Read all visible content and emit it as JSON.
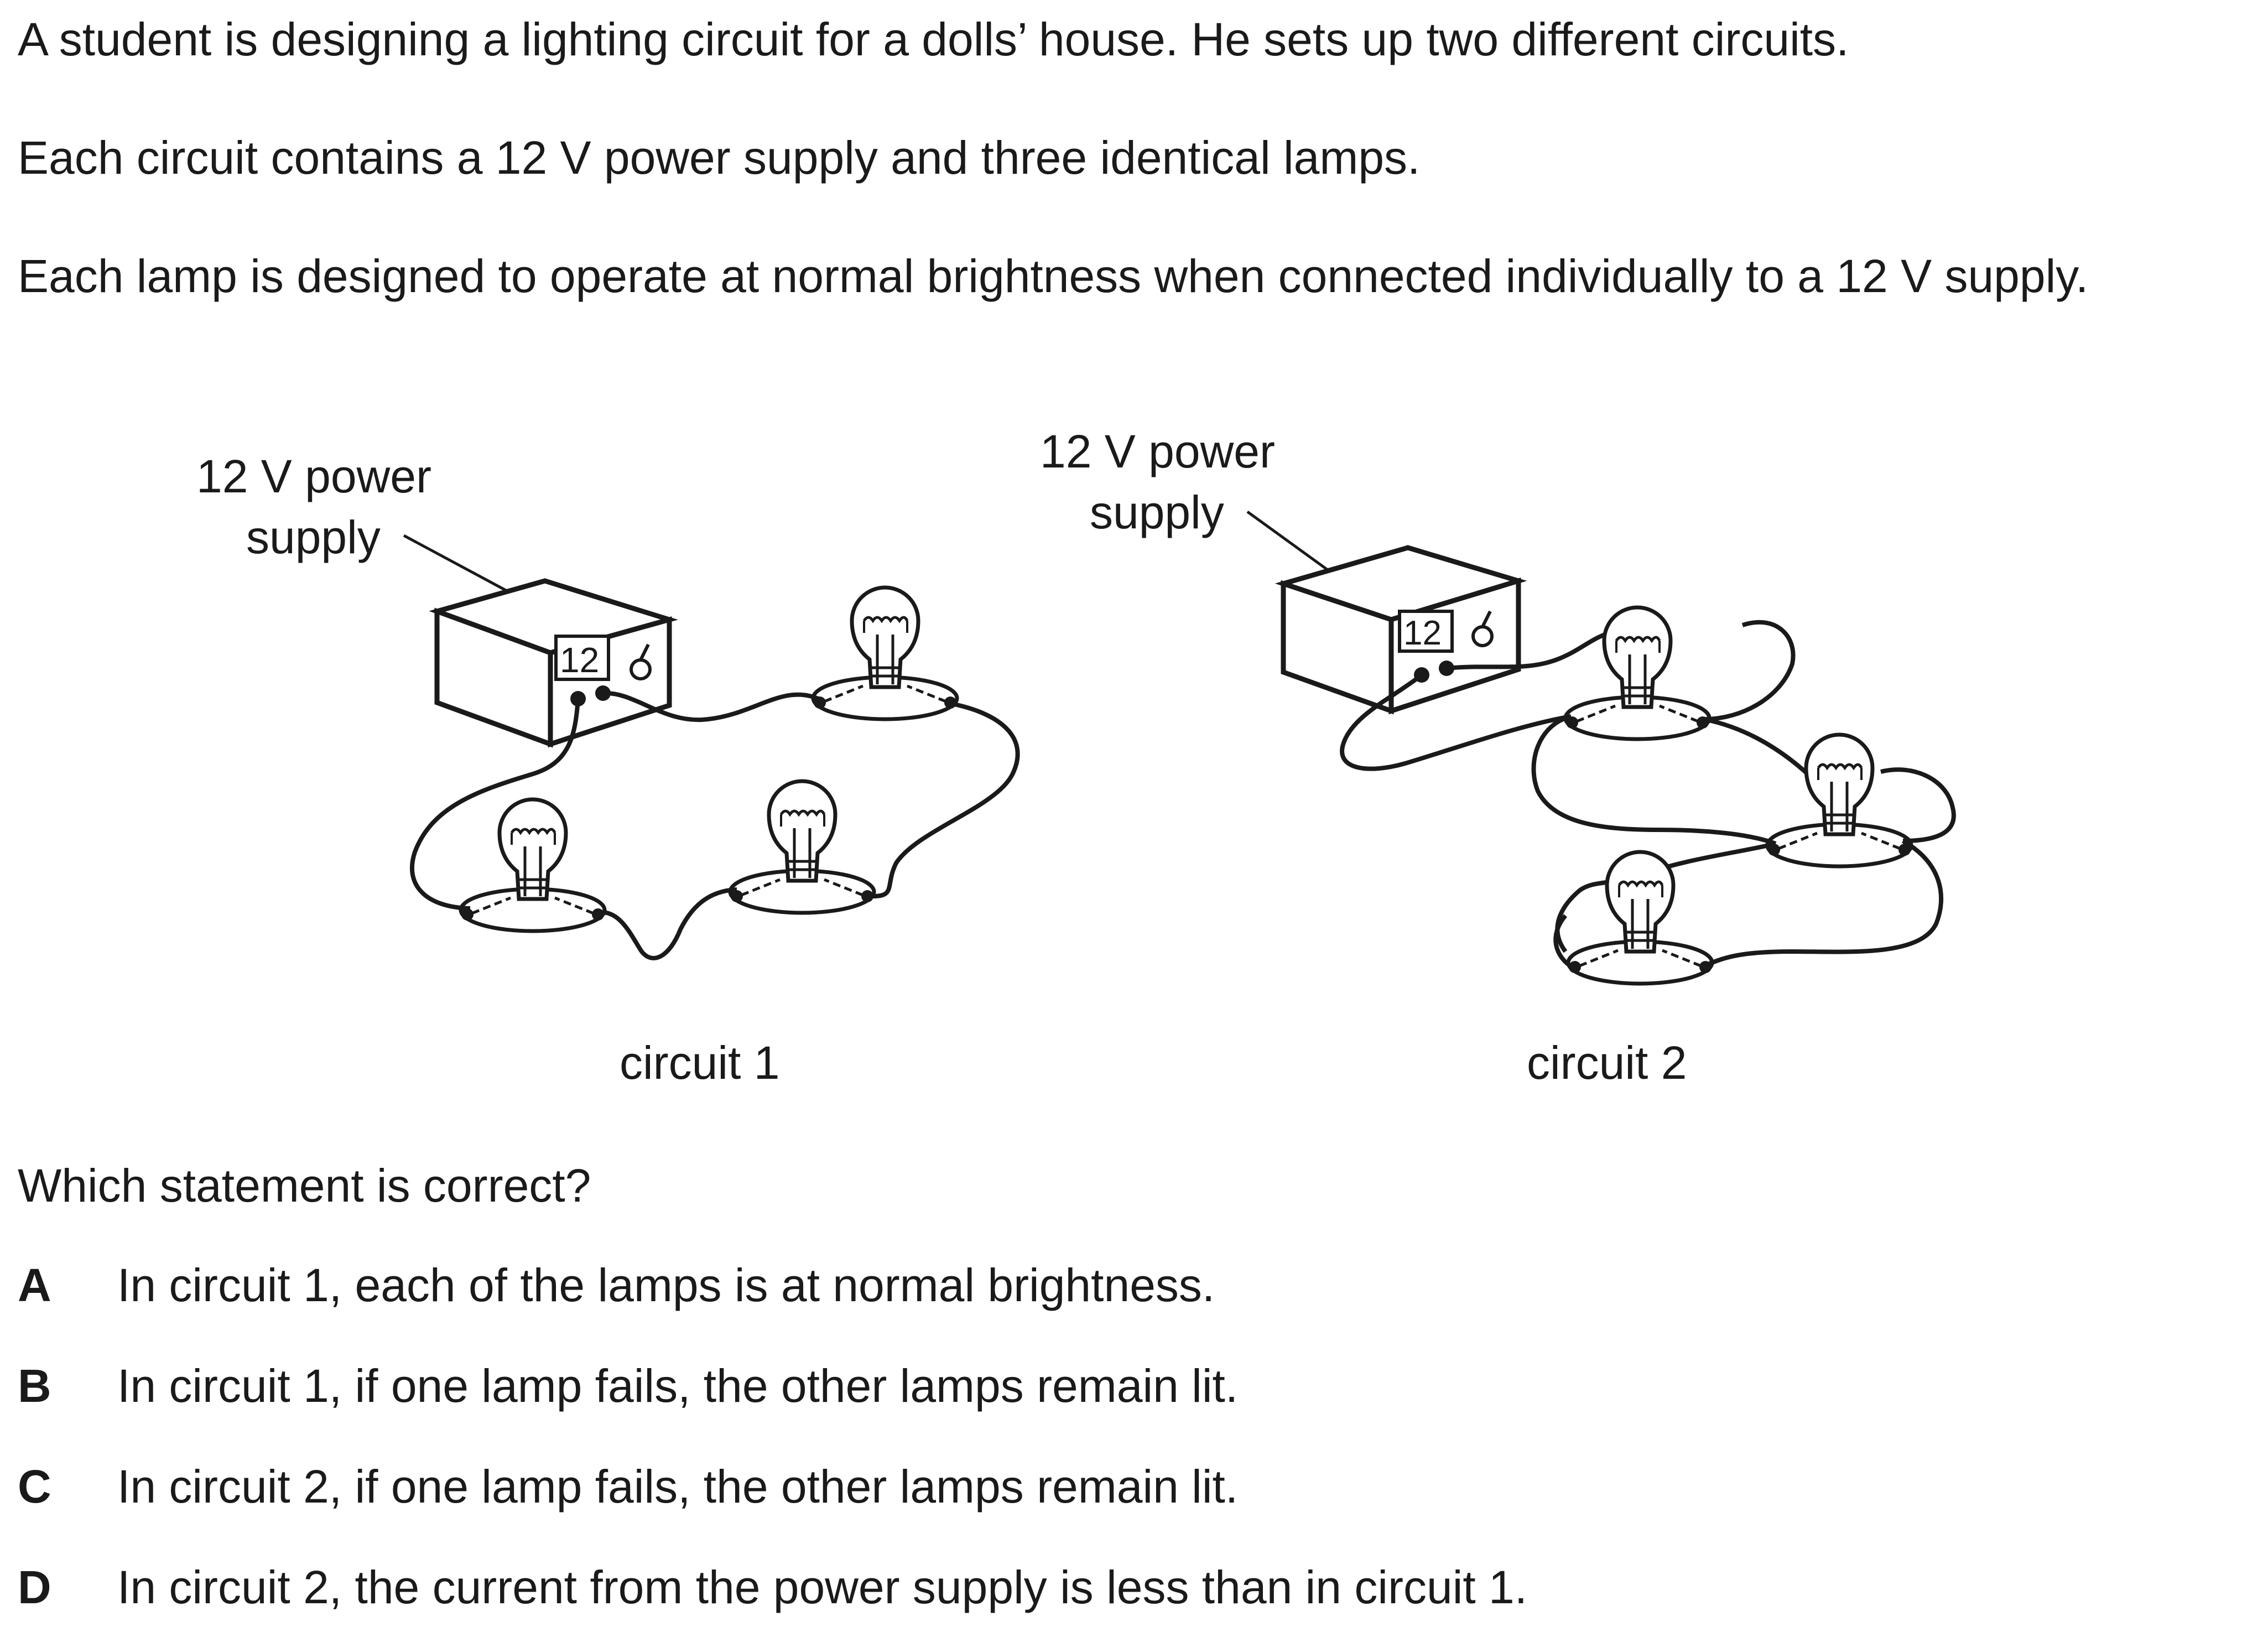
{
  "intro": {
    "line1": "A student is designing a lighting circuit for a dolls’ house. He sets up two different circuits.",
    "line2": "Each circuit contains a 12 V power supply and three identical lamps.",
    "line3": "Each lamp is designed to operate at normal brightness when connected individually to a 12 V supply."
  },
  "figure": {
    "supply_label_line1": "12 V power",
    "supply_label_line2": "supply",
    "supply_display": "12",
    "circuit1_caption": "circuit 1",
    "circuit2_caption": "circuit 2"
  },
  "question": "Which statement is correct?",
  "options": [
    {
      "letter": "A",
      "text": "In circuit 1, each of the lamps is at normal brightness."
    },
    {
      "letter": "B",
      "text": "In circuit 1, if one lamp fails, the other lamps remain lit."
    },
    {
      "letter": "C",
      "text": "In circuit 2, if one lamp fails, the other lamps remain lit."
    },
    {
      "letter": "D",
      "text": "In circuit 2, the current from the power supply is less than in circuit 1."
    }
  ]
}
